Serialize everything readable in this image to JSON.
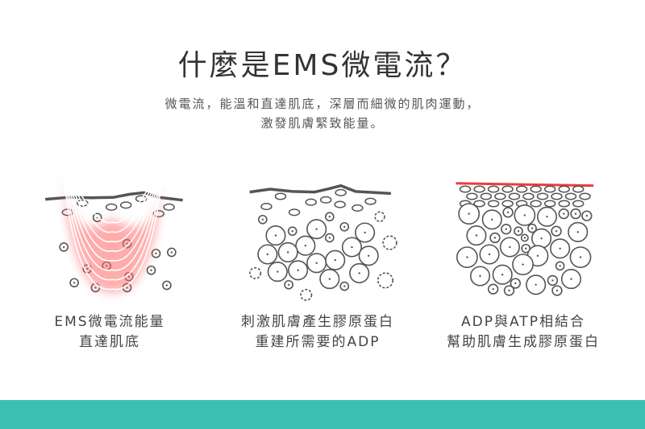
{
  "title": "什麼是EMS微電流？",
  "subtitle": [
    "微電流，能溫和直達肌底，深層而細微的肌肉運動，",
    "激發肌膚緊致能量。"
  ],
  "panels": [
    {
      "caption": [
        "EMS微電流能量",
        "直達肌底"
      ]
    },
    {
      "caption": [
        "刺激肌膚產生膠原蛋白",
        "重建所需要的ADP"
      ]
    },
    {
      "caption": [
        "ADP與ATP相結合",
        "幫助肌膚生成膠原蛋白"
      ]
    }
  ],
  "colors": {
    "accent_bar": "#3bbfb1",
    "glow": "#ff6b6b",
    "line": "#555555",
    "red_line": "#ee3b3b"
  }
}
